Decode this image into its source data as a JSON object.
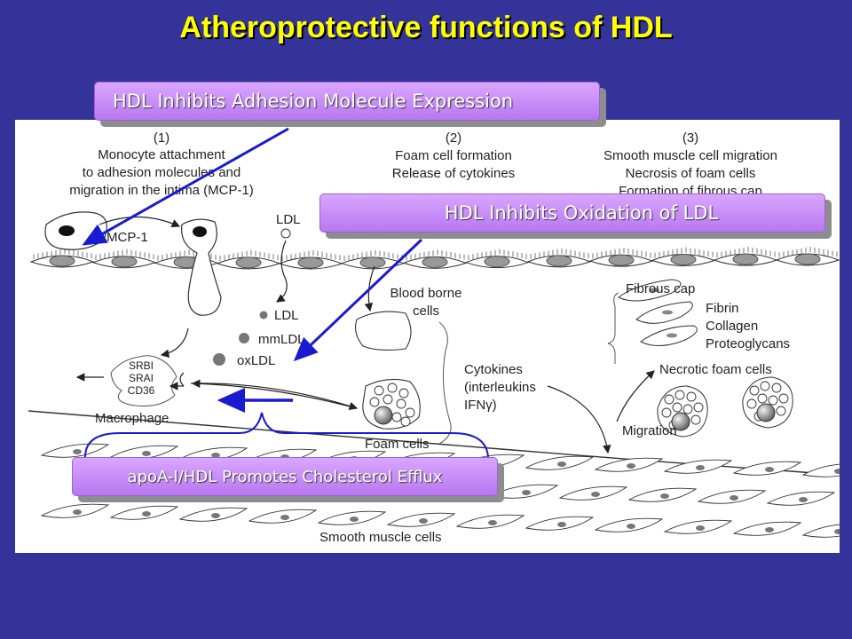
{
  "slide": {
    "title": "Atheroprotective functions of HDL"
  },
  "callouts": {
    "adhesion": "HDL Inhibits Adhesion Molecule Expression",
    "oxidation": "HDL Inhibits Oxidation of LDL",
    "efflux": "apoA-I/HDL Promotes Cholesterol Efflux"
  },
  "steps": [
    {
      "number": "(1)",
      "lines": [
        "Monocyte attachment",
        "to adhesion molecules and",
        "migration in the intima (MCP-1)"
      ]
    },
    {
      "number": "(2)",
      "lines": [
        "Foam cell formation",
        "Release of cytokines"
      ]
    },
    {
      "number": "(3)",
      "lines": [
        "Smooth muscle cell migration",
        "Necrosis of foam cells",
        "Formation of fibrous cap"
      ]
    }
  ],
  "labels": {
    "mcp1": "MCP-1",
    "ldl_top": "LDL",
    "ldl": "LDL",
    "mmldl": "mmLDL",
    "oxldl": "oxLDL",
    "receptors": [
      "SRBI",
      "SRAI",
      "CD36"
    ],
    "macrophage": "Macrophage",
    "blood_borne": [
      "Blood borne",
      "cells"
    ],
    "cytokines": [
      "Cytokines",
      "(interleukins",
      "IFNγ)"
    ],
    "foam_cells": "Foam cells",
    "fibrous_cap": "Fibrous cap",
    "fibrous_components": [
      "Fibrin",
      "Collagen",
      "Proteoglycans"
    ],
    "necrotic": "Necrotic foam cells",
    "migration": "Migration",
    "smooth_muscle": "Smooth muscle cells"
  }
}
